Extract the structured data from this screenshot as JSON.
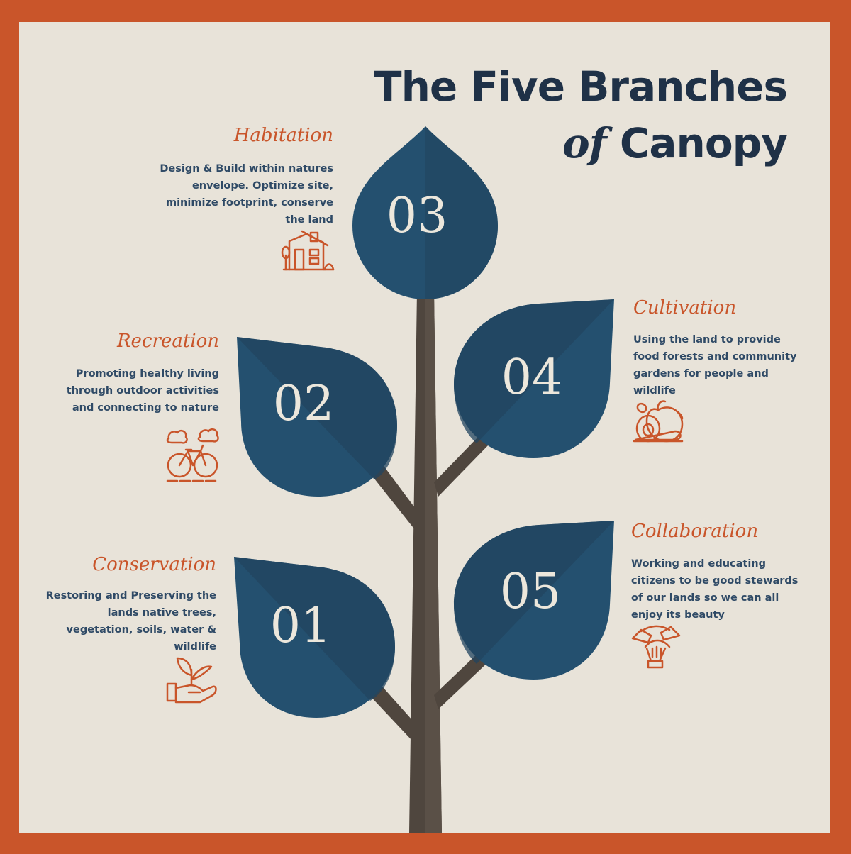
{
  "title": {
    "line1": "The Five Branches",
    "of": "of",
    "line2": "Canopy"
  },
  "branches": [
    {
      "number": "01",
      "heading": "Conservation",
      "desc": "Restoring and Preserving the lands native trees, vegetation, soils, water & wildlife",
      "icon": "hand-plant-icon"
    },
    {
      "number": "02",
      "heading": "Recreation",
      "desc": "Promoting healthy living through outdoor activities and connecting to nature",
      "icon": "bicycle-icon"
    },
    {
      "number": "03",
      "heading": "Habitation",
      "desc": "Design & Build within natures envelope. Optimize site, minimize footprint, conserve the land",
      "icon": "house-icon"
    },
    {
      "number": "04",
      "heading": "Cultivation",
      "desc": "Using the land to provide food forests and community gardens for people and wildlife",
      "icon": "produce-icon"
    },
    {
      "number": "05",
      "heading": "Collaboration",
      "desc": "Working and educating citizens to be good stewards of our lands so we can all enjoy its beauty",
      "icon": "joined-hands-icon"
    }
  ],
  "colors": {
    "border": "#c9552a",
    "background": "#e8e3d9",
    "leaf": "#24506f",
    "trunk": "#4f463e",
    "accent": "#c9552a",
    "text": "#2f4a66"
  }
}
